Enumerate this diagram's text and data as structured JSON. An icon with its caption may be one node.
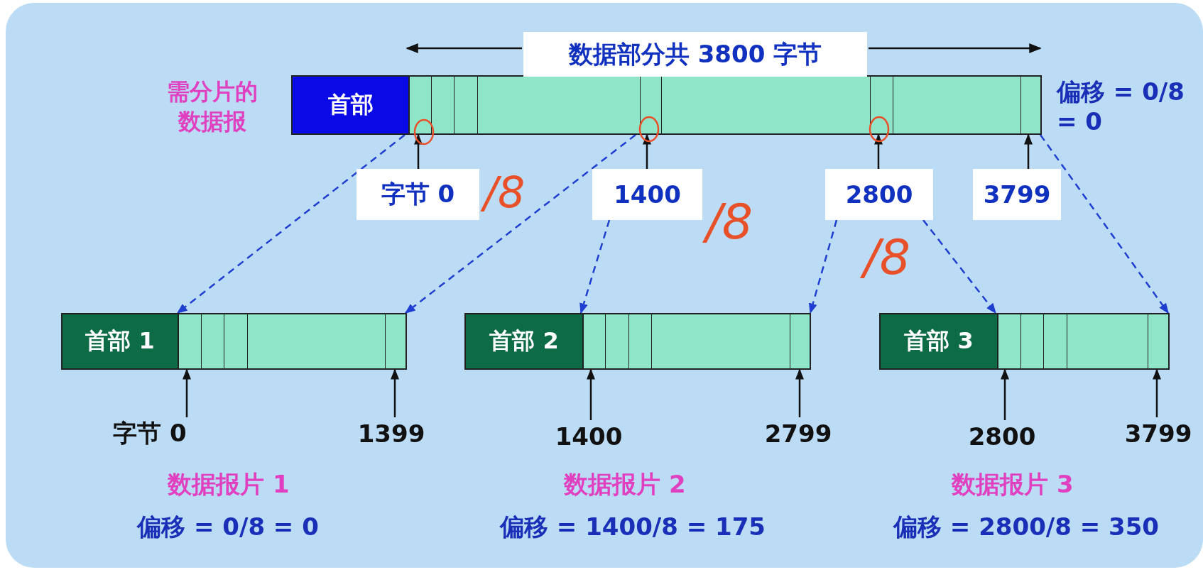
{
  "diagram": {
    "nodes": [
      {
        "text": [],
        "shape": "bar",
        "beside": [
          "需分片的数据报"
        ]
      },
      {
        "text": [
          "首部"
        ],
        "in": 0
      },
      {
        "text": [
          "字节 0"
        ]
      },
      {
        "text": [
          "1400"
        ]
      },
      {
        "text": [
          "2800"
        ]
      },
      {
        "text": [
          "3799"
        ]
      },
      {
        "text": [],
        "shape": "bar",
        "beside": [
          "数据报片 1",
          "偏移 = 0/8 = 0"
        ]
      },
      {
        "text": [
          "首部 1"
        ],
        "in": 6
      },
      {
        "text": [],
        "shape": "bar",
        "beside": [
          "数据报片 2",
          "偏移 = 1400/8 = 175"
        ]
      },
      {
        "text": [
          "首部 2"
        ],
        "in": 8
      },
      {
        "text": [],
        "shape": "bar",
        "beside": [
          "数据报片 3",
          "偏移 = 2800/8 = 350"
        ]
      },
      {
        "text": [
          "首部 3"
        ],
        "in": 10
      },
      {
        "text": [
          "字节 0"
        ]
      },
      {
        "text": [
          "1399"
        ]
      },
      {
        "text": [
          "1400"
        ]
      },
      {
        "text": [
          "2799"
        ]
      },
      {
        "text": [
          "2800"
        ]
      },
      {
        "text": [
          "3799"
        ]
      }
    ],
    "edges": [
      {
        "from": 2,
        "to": 0,
        "arrow": "to"
      },
      {
        "from": 3,
        "to": 0,
        "arrow": "to"
      },
      {
        "from": 4,
        "to": 0,
        "arrow": "to"
      },
      {
        "from": 5,
        "to": 0,
        "arrow": "to"
      },
      {
        "from": 0,
        "to": 6,
        "arrow": "to",
        "style": "dashed",
        "color": "#1f3fd0"
      },
      {
        "from": 0,
        "to": 6,
        "arrow": "to",
        "style": "dashed",
        "color": "#1f3fd0"
      },
      {
        "from": 3,
        "to": 8,
        "arrow": "to",
        "style": "dashed",
        "color": "#1f3fd0"
      },
      {
        "from": 4,
        "to": 8,
        "arrow": "to",
        "style": "dashed",
        "color": "#1f3fd0"
      },
      {
        "from": 4,
        "to": 10,
        "arrow": "to",
        "style": "dashed",
        "color": "#1f3fd0"
      },
      {
        "from": 0,
        "to": 10,
        "arrow": "to",
        "style": "dashed",
        "color": "#1f3fd0"
      },
      {
        "from": 12,
        "to": 6,
        "arrow": "to"
      },
      {
        "from": 13,
        "to": 6,
        "arrow": "to"
      },
      {
        "from": 14,
        "to": 8,
        "arrow": "to"
      },
      {
        "from": 15,
        "to": 8,
        "arrow": "to"
      },
      {
        "from": 16,
        "to": 10,
        "arrow": "to"
      },
      {
        "from": 17,
        "to": 10,
        "arrow": "to"
      }
    ],
    "labels": [
      "数据部分共 3800 字节",
      "偏移 = 0/8 = 0",
      "/8",
      "/8",
      "/8"
    ]
  }
}
